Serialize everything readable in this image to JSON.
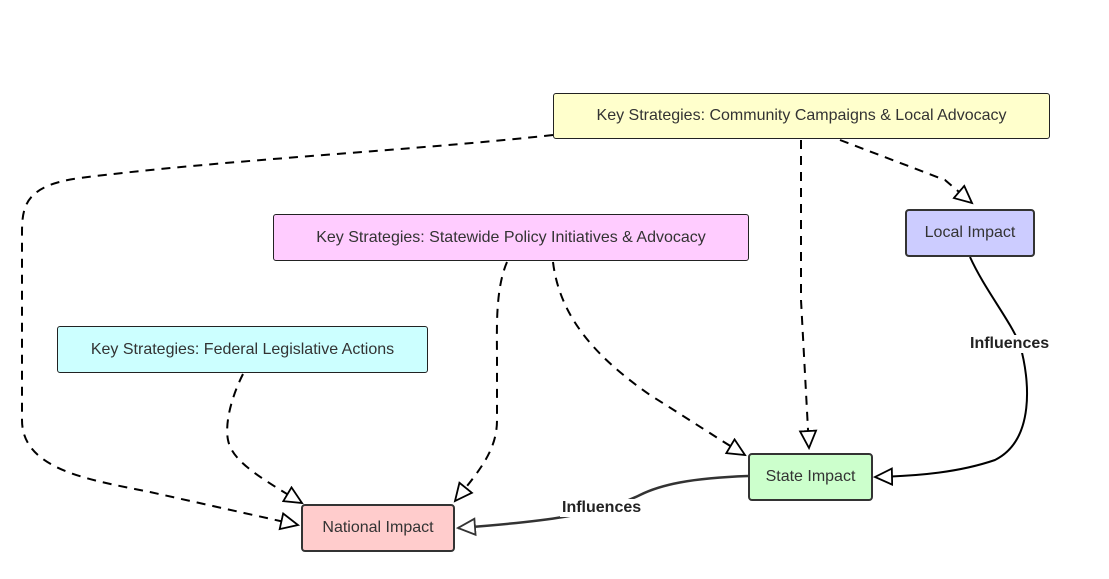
{
  "nodes": {
    "community": {
      "label": "Key Strategies: Community Campaigns & Local Advocacy",
      "fill": "#ffffcc"
    },
    "statewide": {
      "label": "Key Strategies: Statewide Policy Initiatives & Advocacy",
      "fill": "#ffccff"
    },
    "federal": {
      "label": "Key Strategies: Federal Legislative Actions",
      "fill": "#ccffff"
    },
    "local": {
      "label": "Local Impact",
      "fill": "#ccccff"
    },
    "state": {
      "label": "State Impact",
      "fill": "#ccffcc"
    },
    "national": {
      "label": "National Impact",
      "fill": "#ffcccc"
    }
  },
  "edges": {
    "local_to_state": {
      "label": "Influences"
    },
    "state_to_national": {
      "label": "Influences"
    }
  },
  "colors": {
    "dashed_edge": "#000000",
    "solid_edge": "#000000",
    "influence_edge": "#333333"
  }
}
